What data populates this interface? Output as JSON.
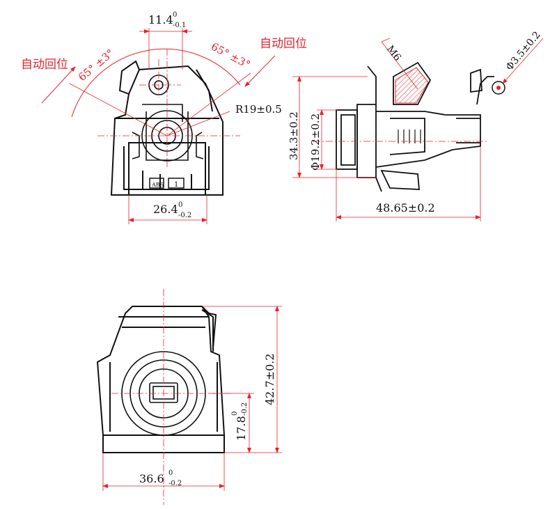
{
  "drawing": {
    "top_left_view": {
      "width_top": {
        "main": "11.4",
        "upper": "0",
        "lower": "-0.1"
      },
      "label_auto_return_left": "自动回位",
      "label_auto_return_right": "自动回位",
      "angle_left": "65° ±3°",
      "angle_right": "65° ±3°",
      "radius": "R19±0.5",
      "width_bottom": {
        "main": "26.4",
        "upper": "0",
        "lower": "-0.2"
      },
      "marks": [
        "ABS",
        "1"
      ]
    },
    "top_right_view": {
      "thread": "M6",
      "hole": "Φ3.5±0.2",
      "height_outer": "34.3±0.2",
      "diameter": "Φ19.2±0.2",
      "length": "48.65±0.2"
    },
    "bottom_view": {
      "height_total": "42.7±0.2",
      "height_partial": {
        "main": "17.8",
        "upper": "0",
        "lower": "-0.2"
      },
      "width": {
        "main": "36.6",
        "upper": "0",
        "lower": "-0.2"
      }
    }
  },
  "colors": {
    "dimension": "#e8222b",
    "outline": "#111111",
    "centerline": "#e8222b"
  }
}
